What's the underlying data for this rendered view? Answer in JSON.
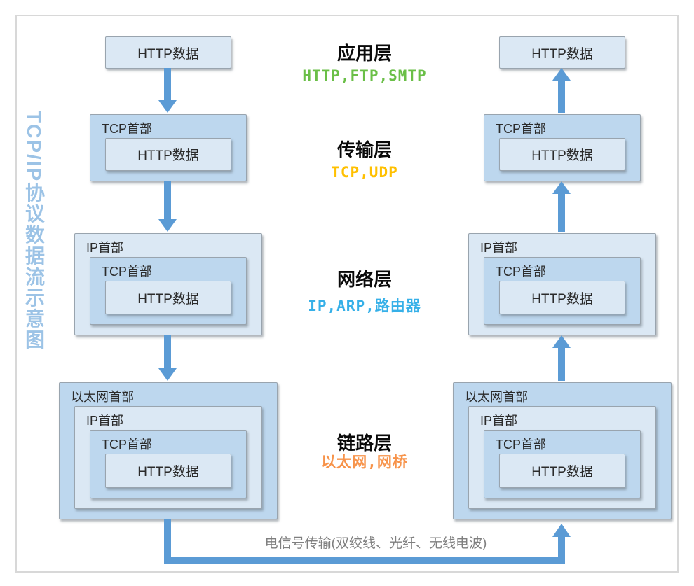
{
  "title": {
    "text": "TCP/IP协议数据流示意图"
  },
  "colors": {
    "title_blue": "#9cc3e6",
    "arrow_blue": "#5b9bd5",
    "box_light": "#dbe8f4",
    "box_dark": "#bdd7ee",
    "green": "#6abf47",
    "yellow": "#ffc000",
    "sky_blue": "#36b0e8",
    "orange": "#f7934a",
    "note_gray": "#7f7f7f"
  },
  "layers": [
    {
      "name": "应用层",
      "protocols": "HTTP,FTP,SMTP"
    },
    {
      "name": "传输层",
      "protocols": "TCP,UDP"
    },
    {
      "name": "网络层",
      "protocols": "IP,ARP,路由器"
    },
    {
      "name": "链路层",
      "protocols": "以太网,网桥"
    }
  ],
  "packet_labels": {
    "http_data": "HTTP数据",
    "tcp_header": "TCP首部",
    "ip_header": "IP首部",
    "eth_header": "以太网首部"
  },
  "bottom_note": "电信号传输(双绞线、光纤、无线电波)"
}
